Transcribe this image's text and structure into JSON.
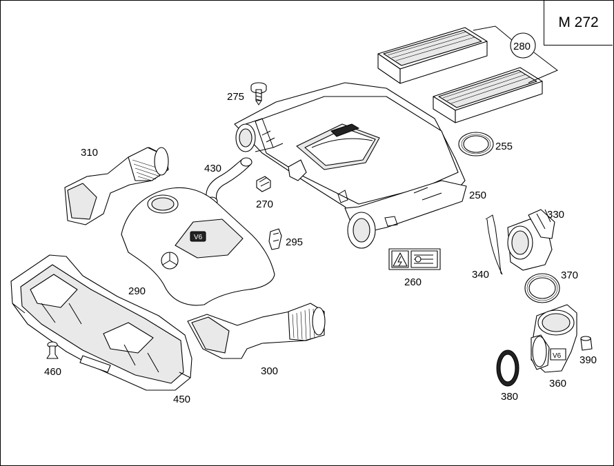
{
  "engine_code": "M 272",
  "callouts": {
    "c250": "250",
    "c255": "255",
    "c260": "260",
    "c270": "270",
    "c275": "275",
    "c280": "280",
    "c290": "290",
    "c295": "295",
    "c300": "300",
    "c310": "310",
    "c330": "330",
    "c340": "340",
    "c360": "360",
    "c370": "370",
    "c380": "380",
    "c390": "390",
    "c430": "430",
    "c450": "450",
    "c460": "460"
  },
  "cover_emblem_text": "V6",
  "housing_badge_text": "V6"
}
